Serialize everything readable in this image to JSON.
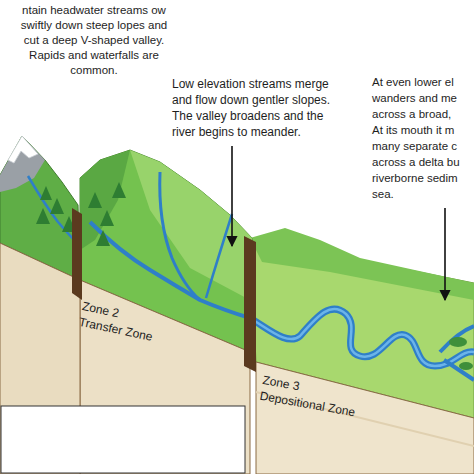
{
  "diagram": {
    "labels": [
      "ntain headwater streams ow swiftly down steep lopes and cut a deep V-shaped valley. Rapids and waterfalls are common.",
      "Low elevation streams merge and flow down gentler slopes. The valley broadens and the river begins to meander.",
      "At even lower el wanders and me across a broad, At its mouth it m many separate c across a delta bu riverborne sedim sea.",
      "Zone 2 Transfer Zone",
      "Zone 3 Depositional Zone"
    ]
  }
}
